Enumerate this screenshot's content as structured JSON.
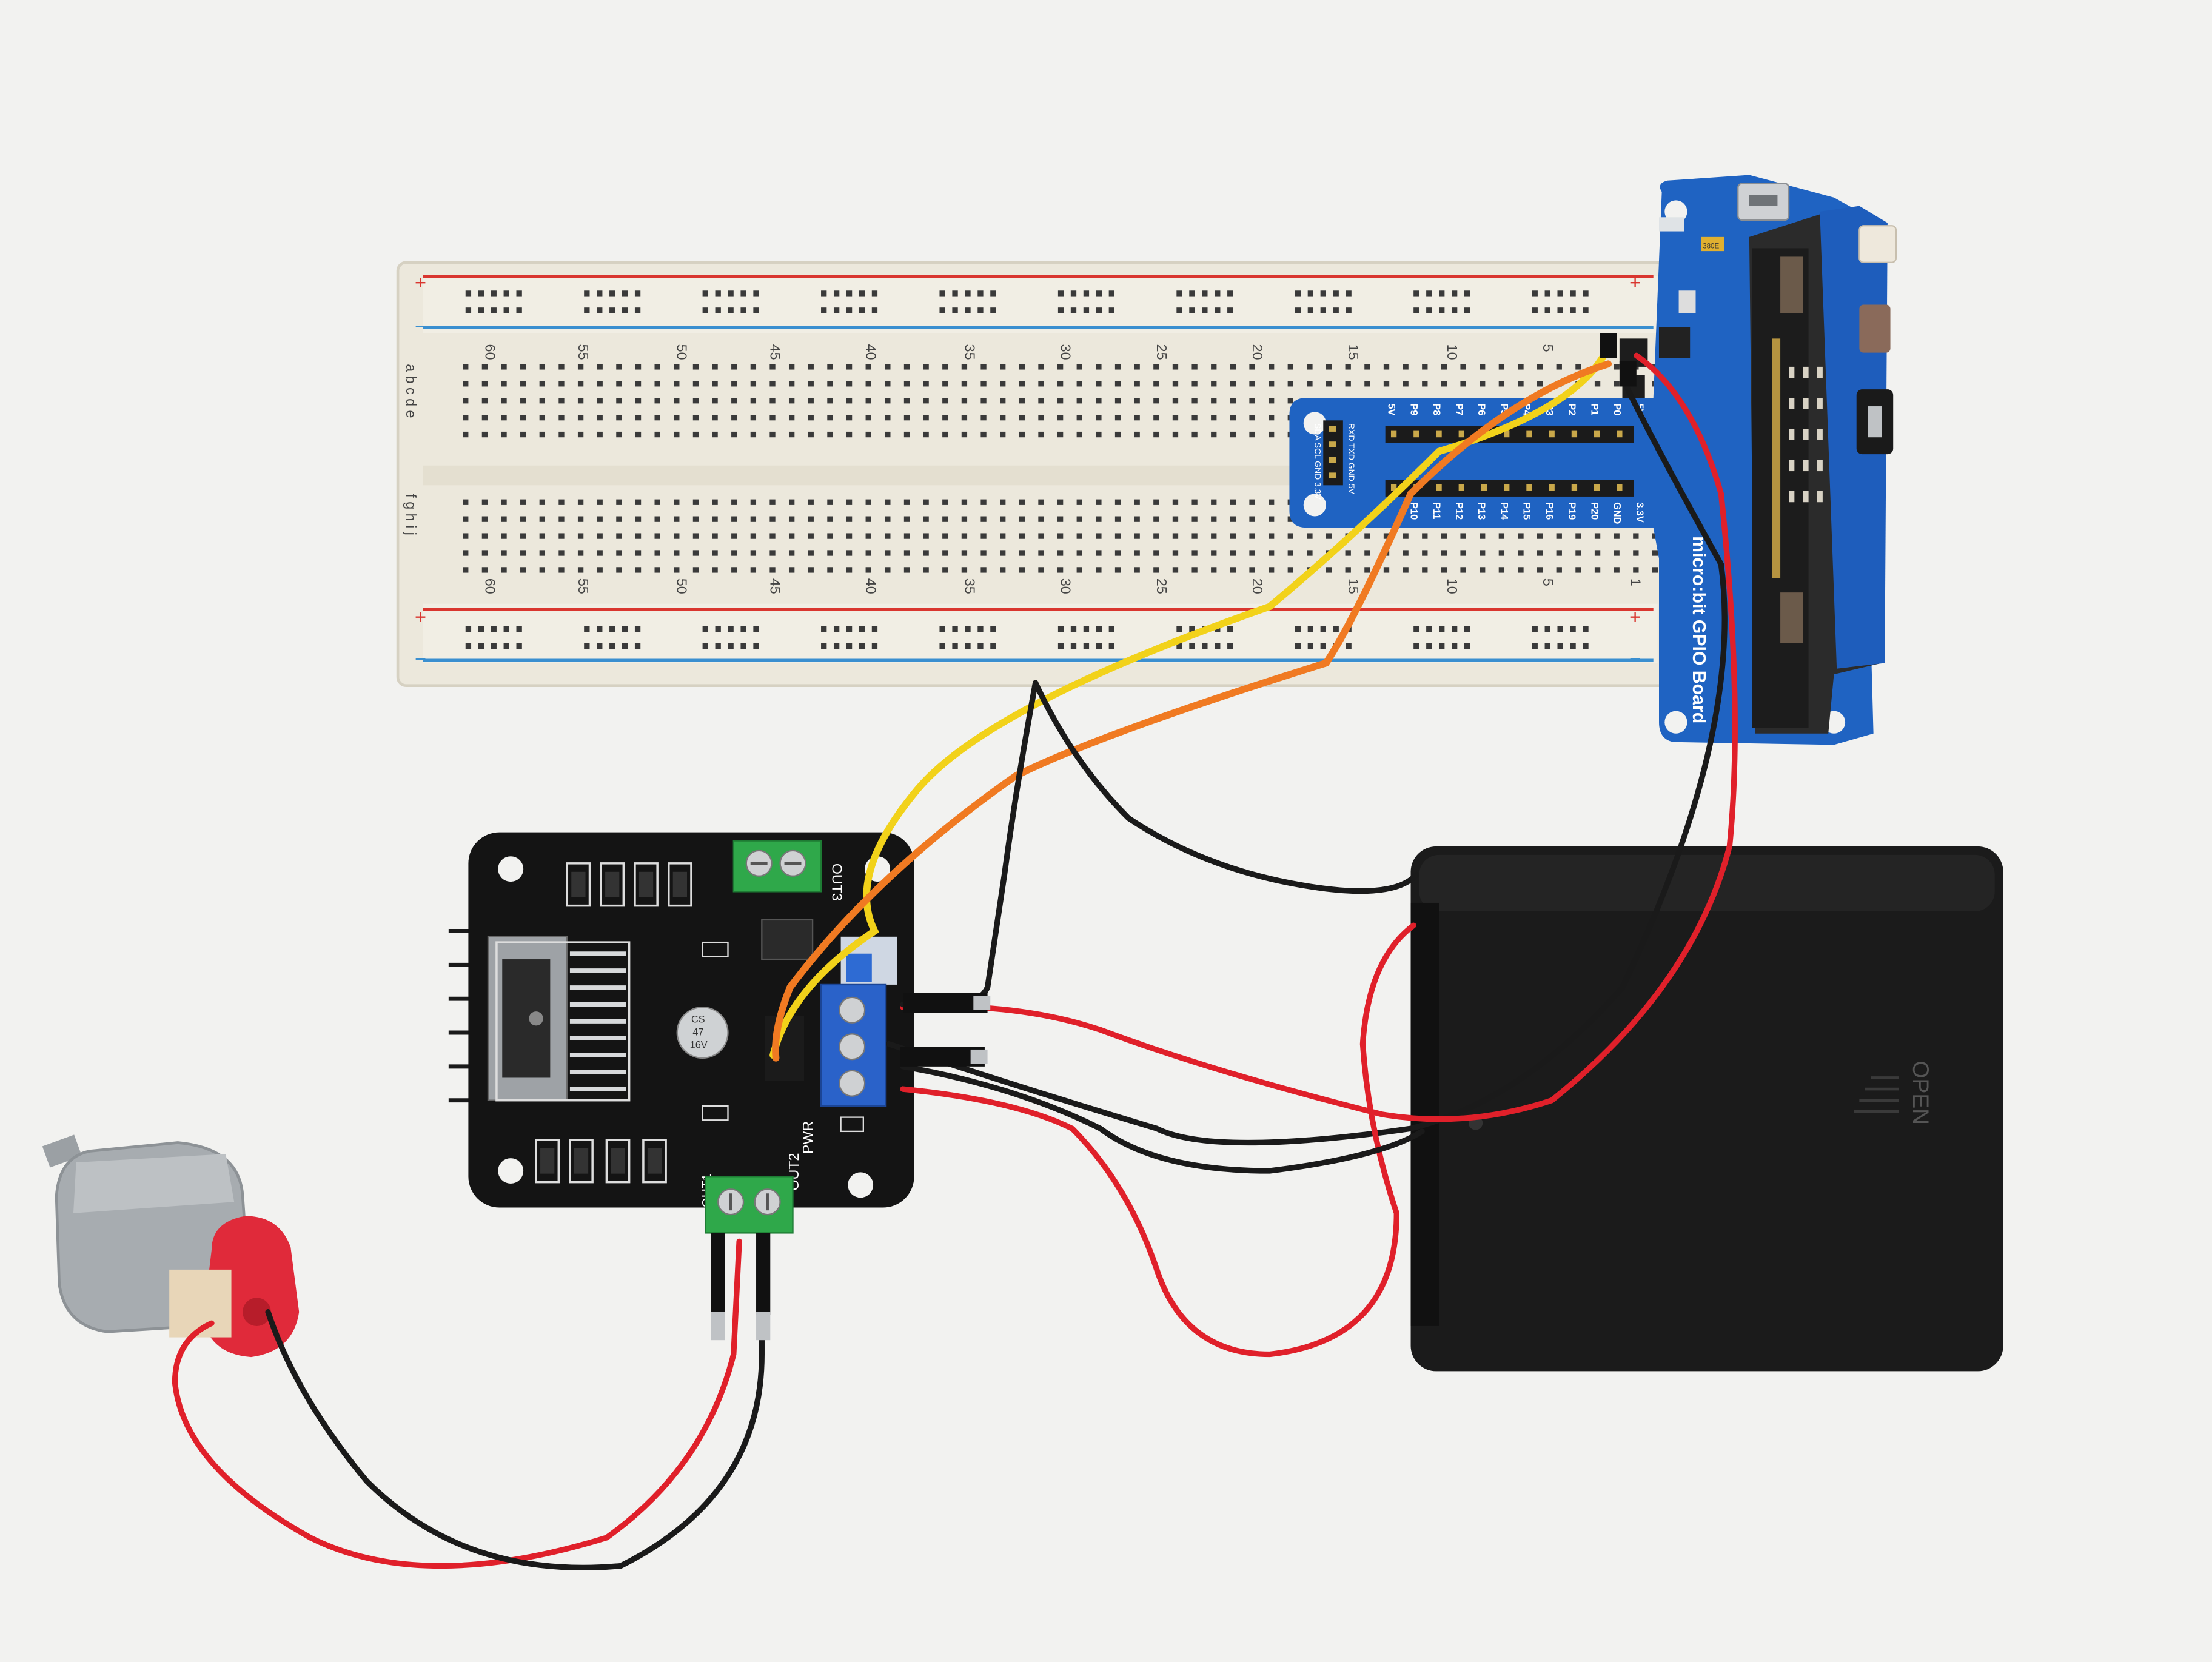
{
  "breadboard": {
    "top_numbers": [
      "60",
      "55",
      "50",
      "45",
      "40",
      "35",
      "30",
      "25",
      "20",
      "15",
      "10",
      "5"
    ],
    "bottom_numbers": [
      "60",
      "55",
      "50",
      "45",
      "40",
      "35",
      "30",
      "25",
      "20",
      "15",
      "10",
      "5",
      "1"
    ],
    "row_letters_top": "a b c d e",
    "row_letters_bottom": "f g h i j",
    "plus": "+",
    "minus": "−"
  },
  "gpio_board": {
    "title": "micro:bit GPIO Board",
    "pins_top": [
      "5V",
      "P9",
      "P8",
      "P7",
      "P6",
      "P5",
      "P4",
      "P3",
      "P2",
      "P1",
      "P0",
      "5V"
    ],
    "pins_bottom": [
      "P10",
      "P11",
      "P12",
      "P13",
      "P14",
      "P15",
      "P16",
      "P19",
      "P20",
      "GND",
      "3.3V"
    ],
    "side_labels": "SDA SCL GND 3.3V",
    "side_labels2": "RXD TXD GND 5V",
    "chip_label": "380E"
  },
  "driver_board": {
    "label_out3": "OUT3",
    "label_out2": "OUT2",
    "label_out1": "OUT1",
    "label_pwr": "PWR",
    "cap_line1": "CS",
    "cap_line2": "47",
    "cap_line3": "16V"
  },
  "battery_box": {
    "label": "OPEN"
  },
  "colors": {
    "wire_red": "#e0202a",
    "wire_black": "#1a1a1a",
    "wire_yellow": "#f2d21a",
    "wire_orange": "#f07a22",
    "pcb_blue": "#1f63c2",
    "terminal_green": "#2fa84a",
    "terminal_blue": "#2a62c9"
  }
}
